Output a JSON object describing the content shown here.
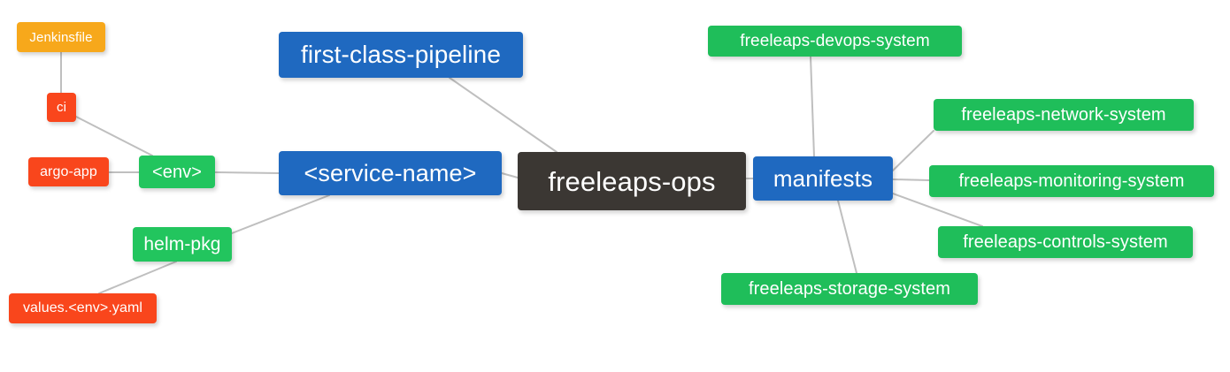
{
  "diagram": {
    "type": "mind-map",
    "root": "freeleaps-ops",
    "background": "#ffffff",
    "edge_color": "#bfbfbf"
  },
  "colors": {
    "root": "#3b3733",
    "blue": "#1f69c0",
    "green": "#22c55e",
    "orange": "#f7a81b",
    "red": "#f9461c",
    "text": "#ffffff"
  },
  "nodes": {
    "root": {
      "label": "freeleaps-ops",
      "color": "#3b3733"
    },
    "service_name": {
      "label": "<service-name>",
      "color": "#1f69c0"
    },
    "first_class_pipeline": {
      "label": "first-class-pipeline",
      "color": "#1f69c0"
    },
    "manifests": {
      "label": "manifests",
      "color": "#1f69c0"
    },
    "env": {
      "label": "<env>",
      "color": "#22c55e"
    },
    "helm_pkg": {
      "label": "helm-pkg",
      "color": "#22c55e"
    },
    "ci": {
      "label": "ci",
      "color": "#f9461c"
    },
    "jenkinsfile": {
      "label": "Jenkinsfile",
      "color": "#f7a81b"
    },
    "argo_app": {
      "label": "argo-app",
      "color": "#f9461c"
    },
    "values_yaml": {
      "label": "values.<env>.yaml",
      "color": "#f9461c"
    },
    "devops_system": {
      "label": "freeleaps-devops-system",
      "color": "#22c55e"
    },
    "network_system": {
      "label": "freeleaps-network-system",
      "color": "#22c55e"
    },
    "monitoring_system": {
      "label": "freeleaps-monitoring-system",
      "color": "#22c55e"
    },
    "controls_system": {
      "label": "freeleaps-controls-system",
      "color": "#22c55e"
    },
    "storage_system": {
      "label": "freeleaps-storage-system",
      "color": "#22c55e"
    }
  },
  "edges": [
    {
      "from": "root",
      "to": "service_name"
    },
    {
      "from": "root",
      "to": "first_class_pipeline"
    },
    {
      "from": "root",
      "to": "manifests"
    },
    {
      "from": "service_name",
      "to": "env"
    },
    {
      "from": "service_name",
      "to": "helm_pkg"
    },
    {
      "from": "env",
      "to": "ci"
    },
    {
      "from": "env",
      "to": "argo_app"
    },
    {
      "from": "ci",
      "to": "jenkinsfile"
    },
    {
      "from": "helm_pkg",
      "to": "values_yaml"
    },
    {
      "from": "manifests",
      "to": "devops_system"
    },
    {
      "from": "manifests",
      "to": "network_system"
    },
    {
      "from": "manifests",
      "to": "monitoring_system"
    },
    {
      "from": "manifests",
      "to": "controls_system"
    },
    {
      "from": "manifests",
      "to": "storage_system"
    }
  ]
}
